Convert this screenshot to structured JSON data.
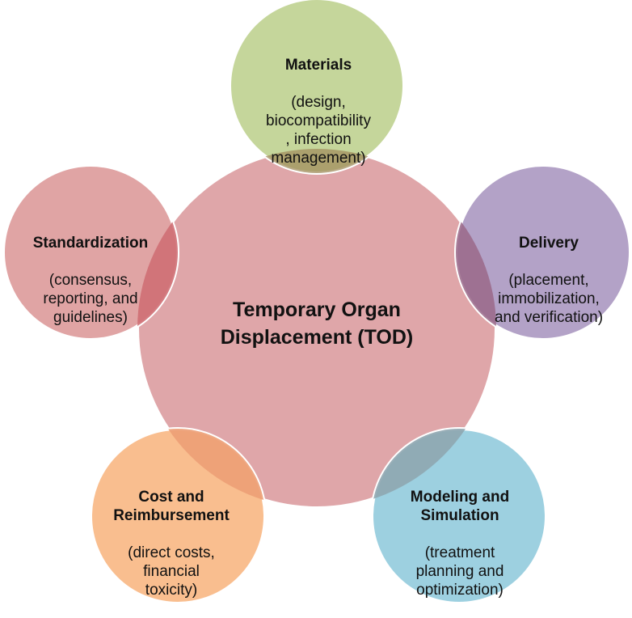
{
  "center": {
    "title": "Temporary Organ\nDisplacement (TOD)"
  },
  "nodes": {
    "materials": {
      "title": "Materials",
      "detail": "(design,\nbiocompatibility\n, infection\nmanagement)"
    },
    "delivery": {
      "title": "Delivery",
      "detail": "(placement,\nimmobilization,\nand verification)"
    },
    "modeling": {
      "title": "Modeling and\nSimulation",
      "detail": "(treatment\nplanning and\noptimization)"
    },
    "cost": {
      "title": "Cost and\nReimbursement",
      "detail": "(direct costs,\nfinancial\ntoxicity)"
    },
    "standardization": {
      "title": "Standardization",
      "detail": "(consensus,\nreporting, and\nguidelines)"
    }
  },
  "colors": {
    "center": "#d9969a",
    "materials": "#c5d69b",
    "delivery": "#b3a2c7",
    "modeling": "#9dd0e0",
    "cost": "#f9be8f",
    "standardization": "#e0a4a4",
    "stroke": "#ffffff"
  }
}
